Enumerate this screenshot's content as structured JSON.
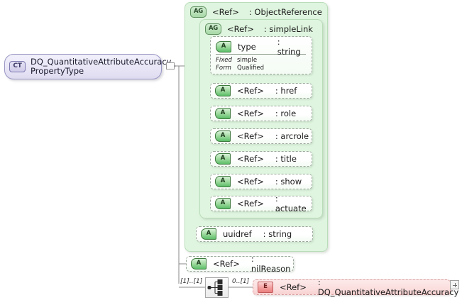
{
  "diagram": {
    "title": "DQ_QuantitativeAttributeAccuracy_PropertyType",
    "colors": {
      "group_fill": "#dff5df",
      "complex_type_fill": "#e8e6f6",
      "element_fill": "#fbdede"
    }
  },
  "complex_type": {
    "badge": "CT",
    "label": "DQ_QuantitativeAttributeAccuracy_\nPropertyType"
  },
  "groups": [
    {
      "badge": "AG",
      "ref": "<Ref>",
      "name": ": ObjectReference"
    },
    {
      "badge": "AG",
      "ref": "<Ref>",
      "name": ": simpleLink"
    }
  ],
  "attributes": [
    {
      "badge": "A",
      "ref": "type",
      "name": ": string",
      "facets": [
        {
          "key": "Fixed",
          "value": "simple"
        },
        {
          "key": "Form",
          "value": "Qualified"
        }
      ]
    },
    {
      "badge": "A",
      "ref": "<Ref>",
      "name": ": href"
    },
    {
      "badge": "A",
      "ref": "<Ref>",
      "name": ": role"
    },
    {
      "badge": "A",
      "ref": "<Ref>",
      "name": ": arcrole"
    },
    {
      "badge": "A",
      "ref": "<Ref>",
      "name": ": title"
    },
    {
      "badge": "A",
      "ref": "<Ref>",
      "name": ": show"
    },
    {
      "badge": "A",
      "ref": "<Ref>",
      "name": ": actuate"
    },
    {
      "badge": "A",
      "ref": "uuidref",
      "name": ": string"
    },
    {
      "badge": "A",
      "ref": "<Ref>",
      "name": ": nilReason"
    }
  ],
  "element": {
    "badge": "E",
    "ref": "<Ref>",
    "name": ": DQ_QuantitativeAttributeAccuracy",
    "expander": "+"
  },
  "cardinality": {
    "sequence": "[1]..[1]",
    "element": "0..[1]"
  },
  "icons": {
    "sequence": "sequence-compositor-icon",
    "expander": "expand-plus-icon"
  }
}
